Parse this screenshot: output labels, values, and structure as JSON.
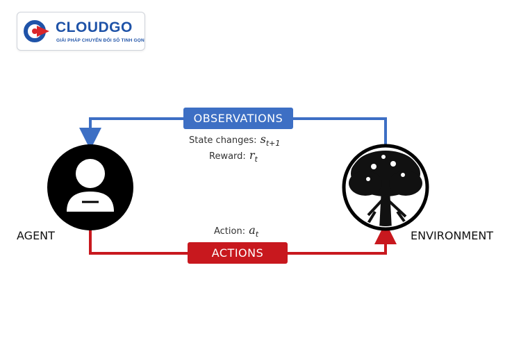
{
  "logo": {
    "name": "CLOUDGO",
    "tagline": "GIẢI PHÁP CHUYỂN ĐỔI SỐ TINH GỌN"
  },
  "diagram": {
    "observations_label": "OBSERVATIONS",
    "actions_label": "ACTIONS",
    "agent_label": "AGENT",
    "environment_label": "ENVIRONMENT",
    "state_text": "State changes:",
    "state_var": "s",
    "state_sub": "t+1",
    "reward_text": "Reward:",
    "reward_var": "r",
    "reward_sub": "t",
    "action_text": "Action:",
    "action_var": "a",
    "action_sub": "t"
  },
  "colors": {
    "observations": "#3d6fc4",
    "actions": "#c8181e",
    "logo_blue": "#1f53a8",
    "logo_red": "#d9262a"
  }
}
